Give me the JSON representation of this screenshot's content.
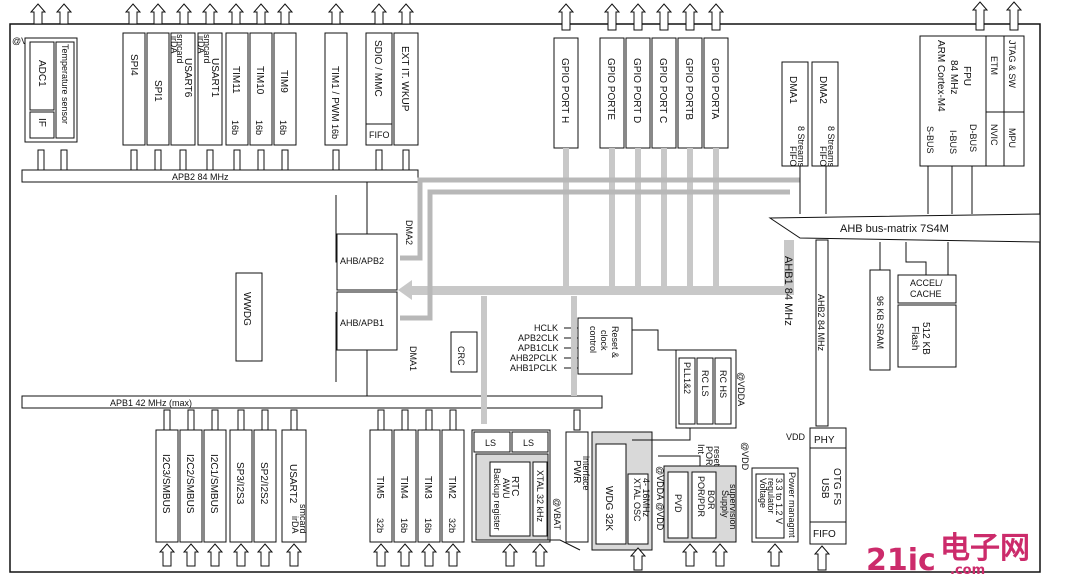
{
  "labels": {
    "vdda_top": "@VDDA",
    "adc1": "ADC1",
    "if": "IF",
    "temp": "Temperature sensor",
    "spi4": "SPI4",
    "spi1": "SPI1",
    "usart6": "USART6",
    "usart6_sub1": "smcard",
    "usart6_sub2": "irDA",
    "usart1": "USART1",
    "usart1_sub1": "smcard",
    "usart1_sub2": "irDA",
    "tim11": "TIM11",
    "tim10": "TIM10",
    "tim9": "TIM9",
    "b16": "16b",
    "tim1": "TIM1 / PWM",
    "sdio": "SDIO / MMC",
    "fifo": "FIFO",
    "exti": "EXT IT. WKUP",
    "apb2": "APB2 84 MHz",
    "gpio_h": "GPIO PORT H",
    "gpio_e": "GPIO PORTE",
    "gpio_d": "GPIO PORT D",
    "gpio_c": "GPIO PORT C",
    "gpio_b": "GPIO PORTB",
    "gpio_a": "GPIO PORTA",
    "dma1": "DMA1",
    "dma2": "DMA2",
    "streams": "8 Streams",
    "fifo_small": "FIFO",
    "arm": "ARM Cortex-M4",
    "arm_mhz": "84 MHz",
    "fpu": "FPU",
    "jtag": "JTAG & SW",
    "etm": "ETM",
    "mpu": "MPU",
    "nvic": "NVIC",
    "dbus": "D-BUS",
    "ibus": "I-BUS",
    "sbus": "S-BUS",
    "ahb_matrix": "AHB bus-matrix 7S4M",
    "accel": "ACCEL/",
    "cache": "CACHE",
    "flash_size": "512 KB",
    "flash": "Flash",
    "sram": "96 KB SRAM",
    "ahb1": "AHB1 84 MHz",
    "ahb2": "AHB2 84 MHz",
    "dma2_lbl": "DMA2",
    "dma1_lbl": "DMA1",
    "ahb_apb2": "AHB/APB2",
    "ahb_apb1": "AHB/APB1",
    "wwdg": "WWDG",
    "crc": "CRC",
    "hclk": "HCLK",
    "apb2clk": "APB2CLK",
    "apb1clk": "APB1CLK",
    "ahb2pclk": "AHB2PCLK",
    "ahb1pclk": "AHB1PCLK",
    "reset": "Reset &",
    "clock": "clock",
    "control": "control",
    "pll": "PLL1&2",
    "rcls": "RC LS",
    "rchs": "RC HS",
    "vdda_mid": "@VDDA",
    "apb1": "APB1 42 MHz (max)",
    "i2c3": "I2C3/SMBUS",
    "i2c2": "I2C2/SMBUS",
    "i2c1": "I2C1/SMBUS",
    "sp3": "SP3/I2S3",
    "sp2": "SP2/I2S2",
    "usart2": "USART2",
    "usart2_sub1": "smcard",
    "usart2_sub2": "irDA",
    "tim5": "TIM5",
    "tim4": "TIM4",
    "tim3": "TIM3",
    "tim2": "TIM2",
    "b32": "32b",
    "ls": "LS",
    "rtc": "RTC",
    "awu": "AWU",
    "backup": "Backup register",
    "xtal32": "XTAL 32 kHz",
    "vbat": "@VBAT",
    "pwr": "PWR",
    "interface": "interface",
    "wdg": "WDG 32K",
    "xtal_osc": "XTAL OSC",
    "xtal_freq": "4- 16MHz",
    "vdda_vdd": "@VDDA @VDD",
    "int": "Int",
    "por": "POR",
    "reset_sm": "reset",
    "pvd": "PVD",
    "porpdr": "POR/PDR",
    "bor": "BOR",
    "supply": "Supply",
    "supervision": "supervision",
    "vdd_at": "@VDD",
    "power_mgmt": "Power managmt",
    "voltage_reg": "Voltage",
    "regulator": "regulator",
    "reg_v": "3.3 to 1.2 V",
    "vdd": "VDD",
    "phy": "PHY",
    "usb": "USB",
    "otg": "OTG FS",
    "fifo_usb": "FIFO",
    "watermark": "21ic",
    "watermark_cn": "电子网",
    "watermark_url": ".com"
  }
}
